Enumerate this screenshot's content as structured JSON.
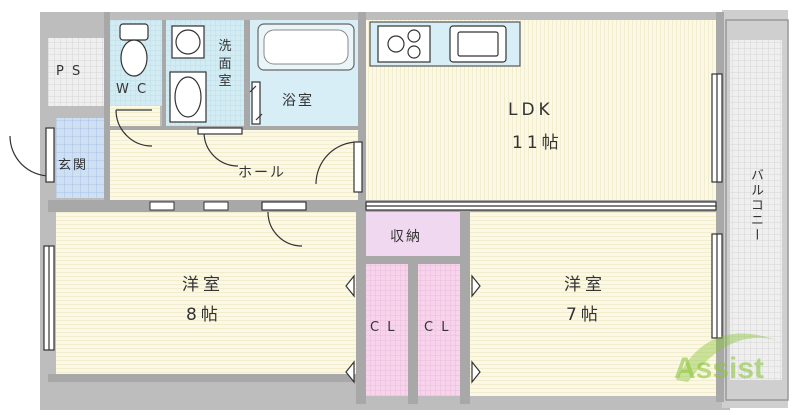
{
  "rooms": {
    "ps": "P S",
    "wc": "W C",
    "washroom": "洗\n面\n室",
    "bathroom": "浴室",
    "entrance": "玄関",
    "hall": "ホール",
    "ldk_name": "LDK",
    "ldk_size": "11帖",
    "storage": "収納",
    "western1_name": "洋室",
    "western1_size": "8帖",
    "western2_name": "洋室",
    "western2_size": "7帖",
    "closet1": "C L",
    "closet2": "C L",
    "balcony": "バルコニー"
  },
  "logo": {
    "text": "Assist"
  },
  "colors": {
    "wet_area": "#cfe7f0",
    "floor_stripe": "#f6f2d9",
    "closet": "#f7d3ec",
    "storage": "#f0d9f0",
    "entrance_tile": "#cfe0f5",
    "wall": "#aaaaaa",
    "balcony": "#dcdcdc",
    "logo_green": "#8cc63f"
  }
}
